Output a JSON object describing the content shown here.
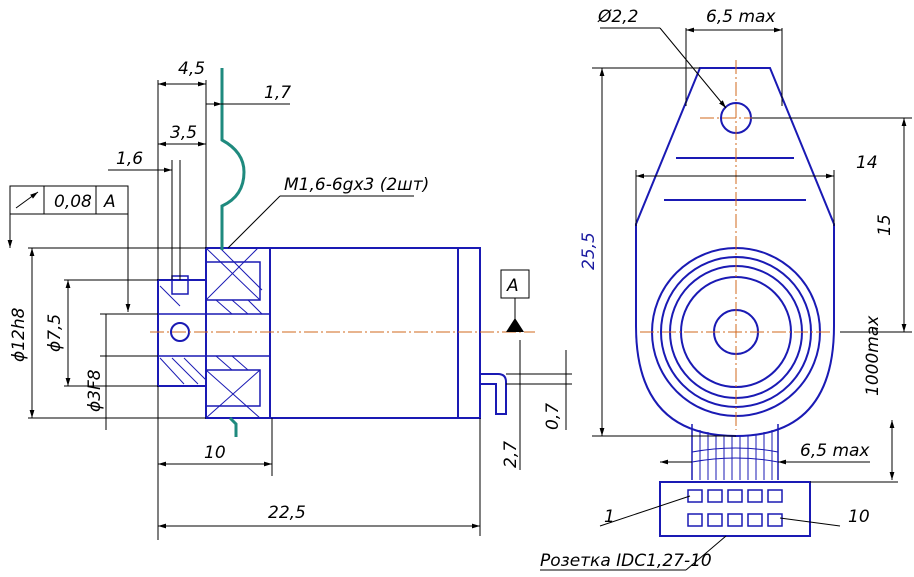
{
  "title": "Motor assembly drawing",
  "dimensions": {
    "d_4_5": "4,5",
    "d_1_7": "1,7",
    "d_3_5": "3,5",
    "d_1_6": "1,6",
    "d_diam_12": "ϕ12h8",
    "d_diam_7_5": "ϕ7,5",
    "d_diam_3": "ϕ3F8",
    "d_10": "10",
    "d_22_5": "22,5",
    "d_2_7": "2,7",
    "d_0_7": "0,7",
    "d_diam_2_2": "Ø2,2",
    "d_6_5_top": "6,5 max",
    "d_14": "14",
    "d_15": "15",
    "d_25_5": "25,5",
    "d_1000": "1000max",
    "d_6_5_bottom": "6,5 max"
  },
  "tolerance_frame": {
    "value": "0,08",
    "datum": "A"
  },
  "datum_label": "A",
  "callouts": {
    "thread": "M1,6-6gx3 (2шт)",
    "pin_1": "1",
    "pin_10": "10",
    "connector": "Розетка  IDC1,27-10"
  },
  "colors": {
    "outline": "#1a1ab4",
    "axis": "#d2691e",
    "cable": "#1f8a7e",
    "dimension": "#000000"
  }
}
